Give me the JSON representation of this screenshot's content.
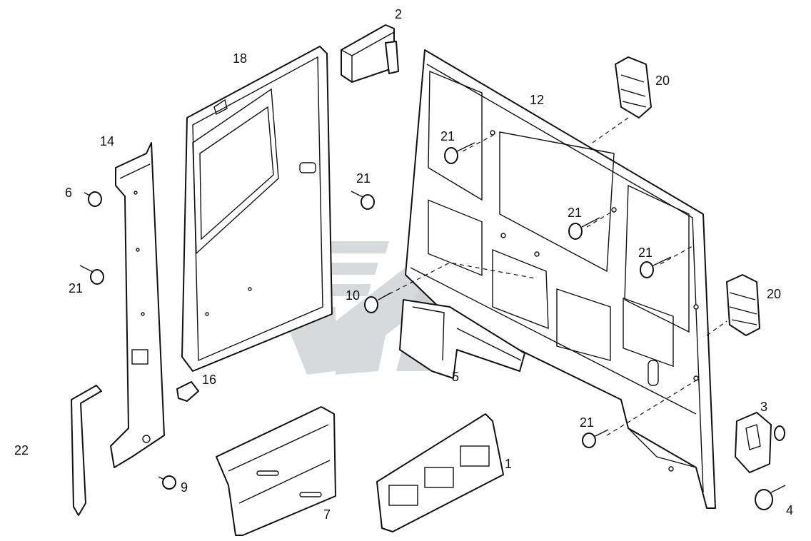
{
  "labels": {
    "l1": "1",
    "l2": "2",
    "l3": "3",
    "l4": "4",
    "l5": "5",
    "l6": "6",
    "l7": "7",
    "l9": "9",
    "l10": "10",
    "l12": "12",
    "l14": "14",
    "l16": "16",
    "l18": "18",
    "l20a": "20",
    "l20b": "20",
    "l21a": "21",
    "l21b": "21",
    "l21c": "21",
    "l21d": "21",
    "l21e": "21",
    "l21f": "21",
    "l22": "22"
  },
  "colors": {
    "line": "#111111",
    "background": "#ffffff",
    "watermark": "#c9ced0"
  }
}
